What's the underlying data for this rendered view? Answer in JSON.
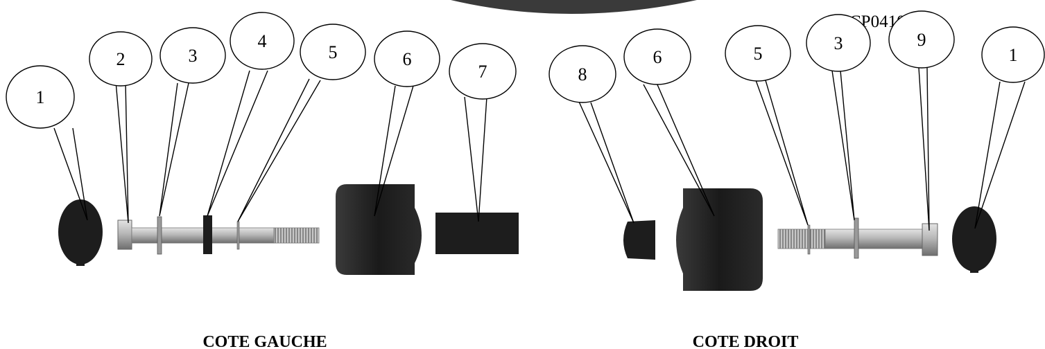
{
  "reference_code": "CP0410",
  "captions": {
    "left": "COTE GAUCHE",
    "right": "COTE DROIT"
  },
  "left_callouts": [
    "1",
    "2",
    "3",
    "4",
    "5",
    "6",
    "7"
  ],
  "right_callouts": [
    "8",
    "6",
    "5",
    "3",
    "9",
    "1"
  ],
  "colors": {
    "part_dark": "#1c1c1c",
    "bolt_light": "#bdbdbd",
    "bolt_mid": "#8a8a8a",
    "line": "#000000"
  }
}
